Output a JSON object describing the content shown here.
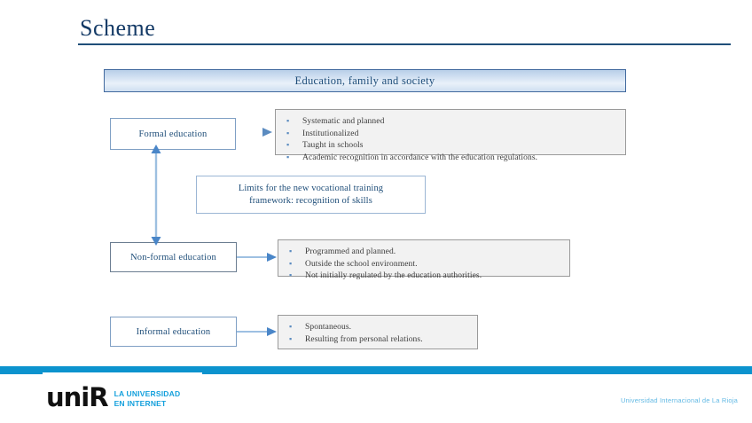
{
  "slide": {
    "title": "Scheme"
  },
  "banner": {
    "text": "Education, family and society"
  },
  "nodes": {
    "formal": "Formal education",
    "nonformal": "Non-formal education",
    "informal": "Informal education",
    "limits": "Limits for the new vocational training\nframework: recognition of skills"
  },
  "bullets": {
    "formal": [
      "Systematic and planned",
      "Institutionalized",
      "Taught in schools",
      "Academic recognition in accordance with the education regulations."
    ],
    "nonformal": [
      "Programmed and planned.",
      "Outside the school environment.",
      "Not initially regulated by the education authorities."
    ],
    "informal": [
      "Spontaneous.",
      "Resulting from personal relations."
    ]
  },
  "bullet_marker": "▪",
  "footer": {
    "logo_word": "uniR",
    "logo_tagline": "LA UNIVERSIDAD\nEN INTERNET",
    "right_text": "Universidad Internacional de La Rioja"
  },
  "colors": {
    "title_navy": "#143a66",
    "accent_blue": "#1f4e79",
    "banner_border": "#41699e",
    "arrow_blue": "#5b8bc0",
    "bullet_bg": "#f2f2f2",
    "bullet_border": "#9a9a9a",
    "footer_cyan": "#0c93ce",
    "footer_text_blue": "#62b9e4"
  }
}
